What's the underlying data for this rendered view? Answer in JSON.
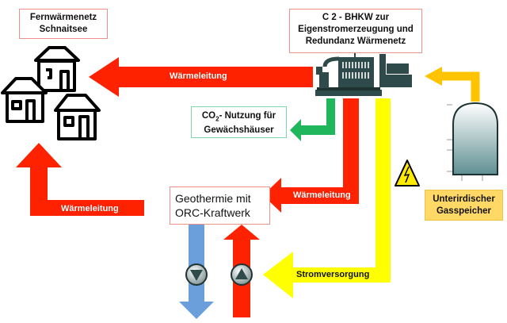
{
  "labels": {
    "district_heating": [
      "Fernwärmenetz",
      "Schnaitsee"
    ],
    "chp": [
      "C 2 - BHKW zur",
      "Eigenstromerzeugung und",
      "Redundanz Wärmenetz"
    ],
    "co2_prefix": "CO",
    "co2_sub": "2",
    "co2_rest": "- Nutzung für",
    "co2_line2": "Gewächshäuser",
    "geothermal": [
      "Geothermie mit",
      "ORC-Kraftwerk"
    ],
    "gas_storage": [
      "Unterirdischer",
      "Gasspeicher"
    ]
  },
  "flows": {
    "heat_to_network": "Wärmeleitung",
    "heat_from_geo": "Wärmeleitung",
    "heat_chp_to_geo": "Wärmeleitung",
    "power_supply": "Stromversorgung"
  },
  "icons": {
    "houses": "house-icon",
    "chp_engine": "engine-icon",
    "gas_tank": "tank-icon",
    "high_voltage": "high-voltage-warning-icon",
    "pump_down": "pump-down-icon",
    "pump_up": "pump-up-icon"
  },
  "colors": {
    "heat": "#ff2200",
    "power": "#ffff00",
    "co2": "#1fb65c",
    "gas": "#ffc300",
    "cold_water": "#6a9fdc",
    "machine": "#2f4a4a"
  }
}
